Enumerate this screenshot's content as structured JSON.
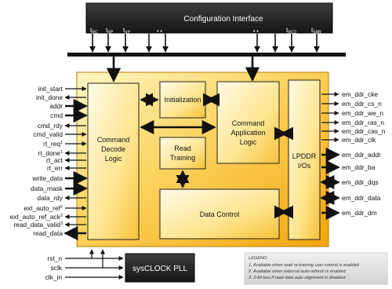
{
  "config_interface": {
    "title": "Configuration Interface",
    "params": [
      {
        "base": "t",
        "sub": "RC"
      },
      {
        "base": "t",
        "sub": "RP"
      },
      {
        "base": "t",
        "sub": "XP"
      },
      {
        "base": "t",
        "sub": "RCD"
      },
      {
        "base": "t",
        "sub": "SRR"
      }
    ],
    "ellipsis_left": "•  •",
    "ellipsis_right": "•  •"
  },
  "blocks": {
    "command_decode": [
      "Command",
      "Decode",
      "Logic"
    ],
    "initialization": "Initialization",
    "read_training": [
      "Read",
      "Training"
    ],
    "command_application": [
      "Command",
      "Application",
      "Logic"
    ],
    "data_control": "Data Control",
    "lpddr_io": [
      "LPDDR",
      "I/Os"
    ],
    "pll": "sysCLOCK PLL"
  },
  "left_signals": [
    {
      "label": "init_start",
      "sup": ""
    },
    {
      "label": "init_done",
      "sup": ""
    },
    {
      "label": "addr",
      "sup": ""
    },
    {
      "label": "cmd",
      "sup": ""
    },
    {
      "label": "cmd_rdy",
      "sup": ""
    },
    {
      "label": "cmd_valid",
      "sup": ""
    },
    {
      "label": "rt_req",
      "sup": "1"
    },
    {
      "label": "rt_done",
      "sup": "1"
    },
    {
      "label": "rt_act",
      "sup": ""
    },
    {
      "label": "rt_err",
      "sup": ""
    },
    {
      "label": "write_data",
      "sup": ""
    },
    {
      "label": "data_mask",
      "sup": ""
    },
    {
      "label": "data_rdy",
      "sup": ""
    },
    {
      "label": "ext_auto_ref",
      "sup": "2"
    },
    {
      "label": "ext_auto_ref_ack",
      "sup": "2"
    },
    {
      "label": "read_data_valid",
      "sup": "3"
    },
    {
      "label": "read_data",
      "sup": ""
    }
  ],
  "right_signals": [
    "em_ddr_cke",
    "em_ddr_cs_n",
    "em_ddr_we_n",
    "em_ddr_ras_n",
    "em_ddr_cas_n",
    "em_ddr_clk",
    "em_ddr_addr",
    "em_ddr_ba",
    "em_ddr_dqs",
    "em_ddr_data",
    "em_ddr_dm"
  ],
  "pll_signals": [
    "rst_n",
    "sclk",
    "clk_in"
  ],
  "legend": {
    "title": "LEGEND:",
    "items": [
      "1. Available when read re-training user control is enabled",
      "2. Available when external auto-refresh is enabled",
      "3. 2-bit bus if read data auto alignment is disabled"
    ]
  },
  "colors": {
    "config_bg": "#2a2a2a",
    "block_fill_light": "#fff3b8",
    "block_fill_dark": "#f7b318",
    "pll_bg": "#1b1b1b",
    "legend_bg": "#e4e4e4"
  }
}
